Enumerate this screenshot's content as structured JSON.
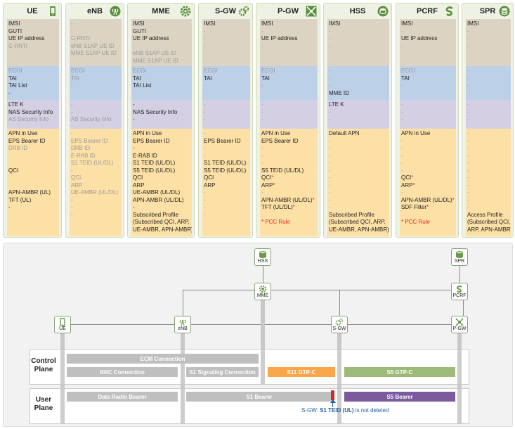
{
  "columns": [
    {
      "title": "UE",
      "icon": "phone-icon",
      "s1": [
        [
          "IMSI",
          "dark"
        ],
        [
          "GUTI",
          "dark"
        ],
        [
          "UE IP address",
          "dark"
        ],
        [
          "C-RNTI",
          "gray"
        ]
      ],
      "s2": [
        [
          "ECGI",
          "gray"
        ],
        [
          "TAI",
          "dark"
        ],
        [
          "TAI List",
          "dark"
        ],
        [
          "-",
          "dark"
        ]
      ],
      "s3": [
        [
          "LTE K",
          "dark"
        ],
        [
          "NAS Security Info",
          "dark"
        ],
        [
          "AS Security Info",
          "gray"
        ]
      ],
      "s4": [
        [
          "APN in Use",
          "dark"
        ],
        [
          "EPS Bearer ID",
          "dark"
        ],
        [
          "DRB ID",
          "gray"
        ],
        [
          "",
          ""
        ],
        [
          "",
          ""
        ],
        [
          "QCI",
          "dark"
        ],
        [
          "",
          ""
        ],
        [
          "",
          ""
        ],
        [
          "APN-AMBR (UL)",
          "dark"
        ],
        [
          "TFT (UL)",
          "dark"
        ],
        [
          "-",
          "dark"
        ]
      ]
    },
    {
      "title": "eNB",
      "icon": "antenna-icon",
      "s1": [
        [
          "-",
          "gray"
        ],
        [
          "-",
          "gray"
        ],
        [
          "C-RNTI",
          "gray"
        ],
        [
          "eNB S1AP UE ID",
          "gray"
        ],
        [
          "MME S1AP UE ID",
          "gray"
        ]
      ],
      "s2": [
        [
          "ECGI",
          "gray"
        ],
        [
          "TAI",
          "gray"
        ],
        [
          "-",
          "gray"
        ]
      ],
      "s3": [
        [
          "-",
          "gray"
        ],
        [
          "-",
          "gray"
        ],
        [
          "AS Security Info",
          "gray"
        ]
      ],
      "s4": [
        [
          "-",
          "gray"
        ],
        [
          "EPS Bearer ID",
          "gray"
        ],
        [
          "DRB ID",
          "gray"
        ],
        [
          "E-RAB ID",
          "gray"
        ],
        [
          "S1 TEID (UL/DL)",
          "gray"
        ],
        [
          "-",
          "gray"
        ],
        [
          "QCI",
          "gray"
        ],
        [
          "ARP",
          "gray"
        ],
        [
          "UE-AMBR (UL/DL)",
          "gray"
        ],
        [
          "-",
          "gray"
        ],
        [
          "-",
          "gray"
        ],
        [
          "-",
          "gray"
        ]
      ]
    },
    {
      "title": "MME",
      "icon": "gear-icon",
      "s1": [
        [
          "IMSI",
          "dark"
        ],
        [
          "GUTI",
          "dark"
        ],
        [
          "UE IP address",
          "dark"
        ],
        [
          "-",
          "gray"
        ],
        [
          "eNB S1AP UE ID",
          "gray"
        ],
        [
          "MME S1AP UE ID",
          "gray"
        ]
      ],
      "s2": [
        [
          "ECGI",
          "gray"
        ],
        [
          "TAI",
          "dark"
        ],
        [
          "TAI List",
          "dark"
        ]
      ],
      "s3": [
        [
          "-",
          "dark"
        ],
        [
          "NAS Security Info",
          "dark"
        ],
        [
          "-",
          "dark"
        ]
      ],
      "s4": [
        [
          "APN in Use",
          "dark"
        ],
        [
          "EPS Bearer ID",
          "dark"
        ],
        [
          "-",
          "dark"
        ],
        [
          "E-RAB ID",
          "dark"
        ],
        [
          "S1 TEID (UL/DL)",
          "dark"
        ],
        [
          "S5 TEID (UL/DL)",
          "dark"
        ],
        [
          "QCI",
          "dark"
        ],
        [
          "ARP",
          "dark"
        ],
        [
          "UE-AMBR (UL/DL)",
          "dark"
        ],
        [
          "APN-AMBR (UL/DL)",
          "dark"
        ],
        [
          "-",
          "dark"
        ],
        [
          "Subscribed Profile",
          "dark"
        ],
        [
          "(Subscribed QCI, ARP,",
          "dark"
        ],
        [
          "UE-AMBR, APN-AMBR)",
          "dark"
        ]
      ]
    },
    {
      "title": "S-GW",
      "icon": "gear-double-icon",
      "s1": [
        [
          "IMSI",
          "dark"
        ],
        [
          "-",
          "gray"
        ],
        [
          "-",
          "gray"
        ],
        [
          "-",
          "gray"
        ]
      ],
      "s2": [
        [
          "ECGI",
          "gray"
        ],
        [
          "TAI",
          "dark"
        ],
        [
          "-",
          "gray"
        ]
      ],
      "s3": [
        [
          "-",
          "gray"
        ],
        [
          "-",
          "gray"
        ],
        [
          "-",
          "gray"
        ]
      ],
      "s4": [
        [
          "-",
          "gray"
        ],
        [
          "EPS Bearer ID",
          "dark"
        ],
        [
          "-",
          "gray"
        ],
        [
          "-",
          "gray"
        ],
        [
          "S1 TEID (UL/DL)",
          "dark"
        ],
        [
          "S5 TEID (UL/DL)",
          "dark"
        ],
        [
          "QCI",
          "dark"
        ],
        [
          "ARP",
          "dark"
        ],
        [
          "-",
          "gray"
        ],
        [
          "-",
          "gray"
        ],
        [
          "-",
          "gray"
        ],
        [
          "-",
          "gray"
        ]
      ]
    },
    {
      "title": "P-GW",
      "icon": "arrows-icon",
      "s1": [
        [
          "IMSI",
          "dark"
        ],
        [
          "-",
          "gray"
        ],
        [
          "UE IP address",
          "dark"
        ],
        [
          "-",
          "gray"
        ]
      ],
      "s2": [
        [
          "ECGI",
          "gray"
        ],
        [
          "TAI",
          "dark"
        ],
        [
          "-",
          "gray"
        ]
      ],
      "s3": [
        [
          "-",
          "gray"
        ],
        [
          "-",
          "gray"
        ],
        [
          "-",
          "gray"
        ]
      ],
      "s4": [
        [
          "APN in Use",
          "dark"
        ],
        [
          "EPS Bearer ID",
          "dark"
        ],
        [
          "-",
          "gray"
        ],
        [
          "-",
          "gray"
        ],
        [
          "-",
          "gray"
        ],
        [
          "S5 TEID (UL/DL)",
          "dark"
        ],
        [
          "QCI*",
          "star"
        ],
        [
          "ARP*",
          "star"
        ],
        [
          "-",
          "gray"
        ],
        [
          "APN-AMBR (UL/DL)*",
          "star"
        ],
        [
          "TFT (UL/DL)*",
          "star"
        ],
        [
          "",
          ""
        ],
        [
          "* PCC Rule",
          "red"
        ]
      ]
    },
    {
      "title": "HSS",
      "icon": "database-icon",
      "s1": [
        [
          "IMSI",
          "dark"
        ],
        [
          "-",
          "gray"
        ],
        [
          "-",
          "gray"
        ],
        [
          "-",
          "gray"
        ]
      ],
      "s2": [
        [
          "-",
          "gray"
        ],
        [
          "-",
          "gray"
        ],
        [
          "-",
          "gray"
        ],
        [
          "MME ID",
          "dark"
        ]
      ],
      "s3": [
        [
          "LTE K",
          "dark"
        ],
        [
          "-",
          "gray"
        ],
        [
          "-",
          "gray"
        ]
      ],
      "s4": [
        [
          "Default APN",
          "dark"
        ],
        [
          "-",
          "gray"
        ],
        [
          "-",
          "gray"
        ],
        [
          "-",
          "gray"
        ],
        [
          "-",
          "gray"
        ],
        [
          "-",
          "gray"
        ],
        [
          "-",
          "gray"
        ],
        [
          "-",
          "gray"
        ],
        [
          "-",
          "gray"
        ],
        [
          "-",
          "gray"
        ],
        [
          "-",
          "gray"
        ],
        [
          "Subscribed Profile",
          "dark"
        ],
        [
          "(Subscribed QCI, ARP,",
          "dark"
        ],
        [
          "UE-AMBR, APN-AMBR)",
          "dark"
        ]
      ]
    },
    {
      "title": "PCRF",
      "icon": "swirl-icon",
      "s1": [
        [
          "IMSI",
          "dark"
        ],
        [
          "-",
          "gray"
        ],
        [
          "UE IP address",
          "dark"
        ],
        [
          "-",
          "gray"
        ]
      ],
      "s2": [
        [
          "ECGI",
          "gray"
        ],
        [
          "TAI",
          "dark"
        ],
        [
          "-",
          "gray"
        ]
      ],
      "s3": [
        [
          "-",
          "gray"
        ],
        [
          "-",
          "gray"
        ],
        [
          "-",
          "gray"
        ]
      ],
      "s4": [
        [
          "APN in Use",
          "dark"
        ],
        [
          "-",
          "gray"
        ],
        [
          "-",
          "gray"
        ],
        [
          "-",
          "gray"
        ],
        [
          "-",
          "gray"
        ],
        [
          "-",
          "gray"
        ],
        [
          "QCI*",
          "star"
        ],
        [
          "ARP*",
          "star"
        ],
        [
          "-",
          "gray"
        ],
        [
          "APN-AMBR (UL/DL)*",
          "star"
        ],
        [
          "SDF Filter*",
          "star"
        ],
        [
          "",
          ""
        ],
        [
          "* PCC Rule",
          "red"
        ]
      ]
    },
    {
      "title": "SPR",
      "icon": "database-stack-icon",
      "s1": [
        [
          "IMSI",
          "dark"
        ],
        [
          "-",
          "gray"
        ],
        [
          "-",
          "gray"
        ],
        [
          "-",
          "gray"
        ]
      ],
      "s2": [
        [
          "-",
          "gray"
        ],
        [
          "-",
          "gray"
        ],
        [
          "-",
          "gray"
        ]
      ],
      "s3": [
        [
          "-",
          "gray"
        ],
        [
          "-",
          "gray"
        ],
        [
          "-",
          "gray"
        ]
      ],
      "s4": [
        [
          "-",
          "gray"
        ],
        [
          "-",
          "gray"
        ],
        [
          "-",
          "gray"
        ],
        [
          "-",
          "gray"
        ],
        [
          "-",
          "gray"
        ],
        [
          "-",
          "gray"
        ],
        [
          "-",
          "gray"
        ],
        [
          "-",
          "gray"
        ],
        [
          "-",
          "gray"
        ],
        [
          "-",
          "gray"
        ],
        [
          "-",
          "gray"
        ],
        [
          "Access Profile",
          "dark"
        ],
        [
          "(Subscribed QCI,",
          "dark"
        ],
        [
          "ARP, APN-AMBR)",
          "dark"
        ]
      ]
    }
  ],
  "nodes": {
    "ue": "UE",
    "enb": "eNB",
    "mme": "MME",
    "sgw": "S-GW",
    "pgw": "P-GW",
    "hss": "HSS",
    "spr": "SPR",
    "pcrf": "PCRF"
  },
  "planes": {
    "control": "Control\nPlane",
    "user": "User\nPlane"
  },
  "bars": {
    "ecm": "ECM Connection",
    "rrc": "RRC Connection",
    "s1sig": "S1 Signaling Connection",
    "s11": "S11 GTP-C",
    "s5c": "S5 GTP-C",
    "drb": "Data Radio Bearer",
    "s1b": "S1 Bearer",
    "s5b": "S5 Bearer"
  },
  "note": {
    "prefix": "S-GW: ",
    "bold": "S1 TEID (UL)",
    "suffix": " is not deleted"
  },
  "colors": {
    "ecm": "#bfbfbf",
    "s11": "#f9a64a",
    "s5c": "#9cbb78",
    "s5b": "#7b5a9e",
    "marker": "#d9262c",
    "note": "#1f5ea8"
  }
}
